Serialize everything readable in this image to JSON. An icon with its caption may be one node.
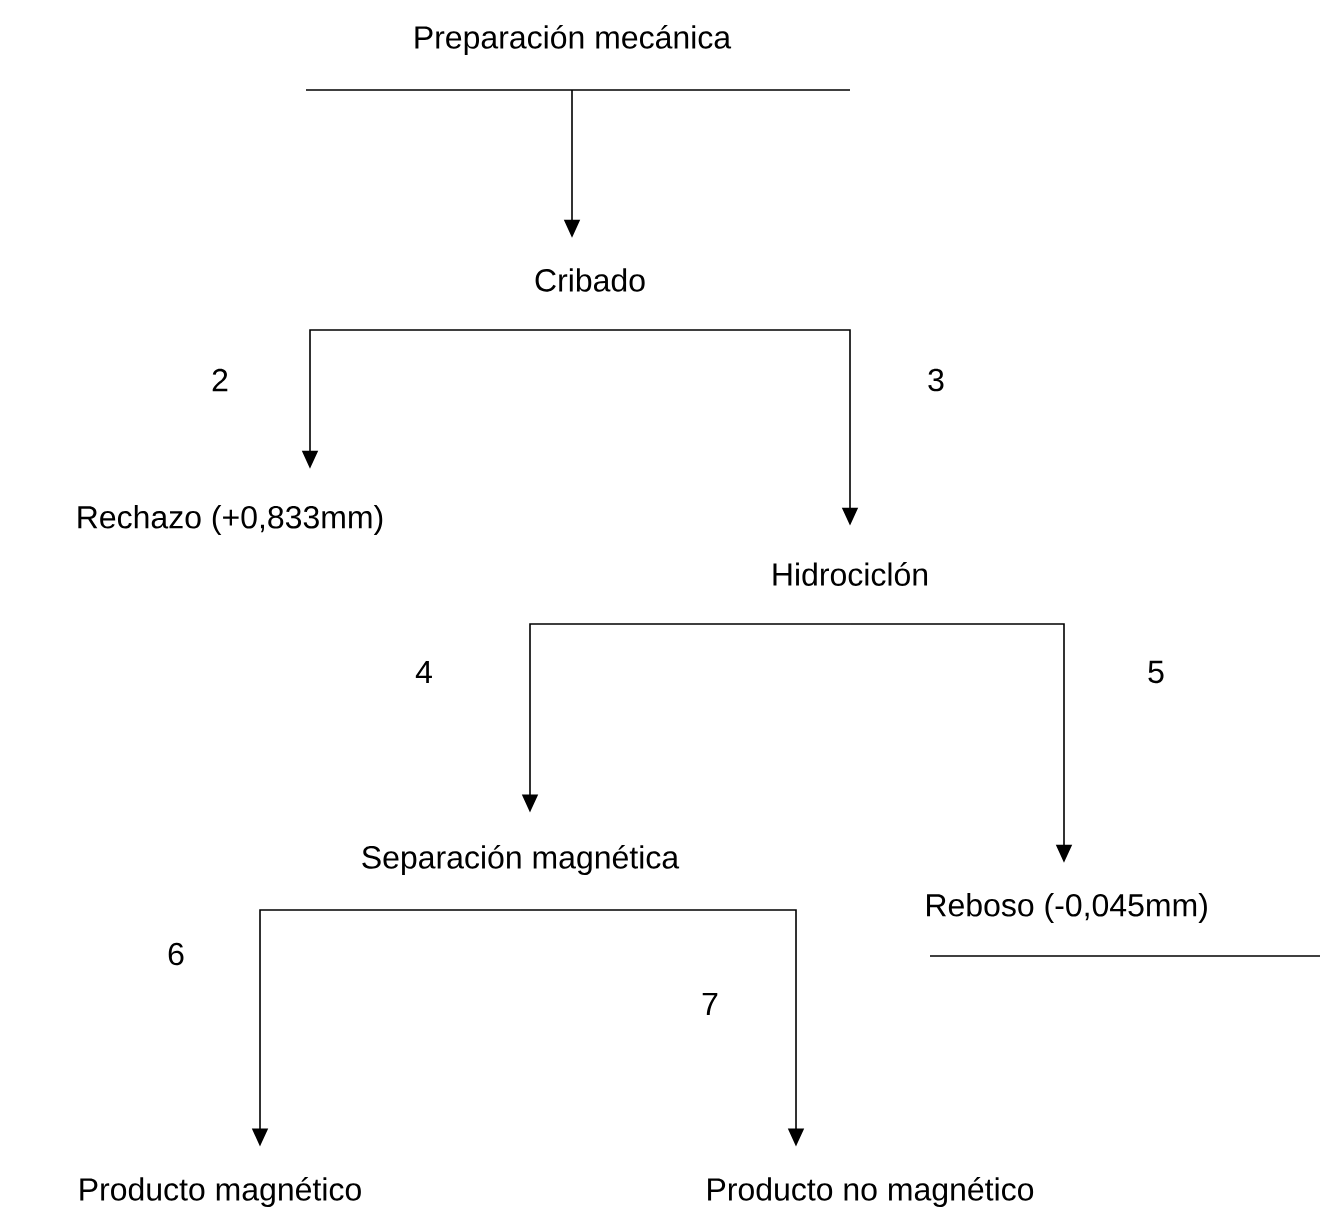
{
  "diagram": {
    "nodes": [
      {
        "text": [
          "Preparación mecánica"
        ]
      },
      {
        "text": [
          "Cribado"
        ]
      },
      {
        "text": [
          "Rechazo (+0,833mm)"
        ]
      },
      {
        "text": [
          "Hidrociclón"
        ]
      },
      {
        "text": [
          "Separación magnética"
        ]
      },
      {
        "text": [
          "Reboso (-0,045mm)"
        ]
      },
      {
        "text": [
          "Producto magnético"
        ]
      },
      {
        "text": [
          "Producto no magnético"
        ]
      }
    ],
    "edges": [
      {
        "from": 0,
        "to": 1,
        "arrow": "to"
      },
      {
        "from": 1,
        "to": 2,
        "arrow": "to",
        "label": "2"
      },
      {
        "from": 1,
        "to": 3,
        "arrow": "to",
        "label": "3"
      },
      {
        "from": 3,
        "to": 4,
        "arrow": "to",
        "label": "4"
      },
      {
        "from": 3,
        "to": 5,
        "arrow": "to",
        "label": "5"
      },
      {
        "from": 4,
        "to": 6,
        "arrow": "to",
        "label": "6"
      },
      {
        "from": 4,
        "to": 7,
        "arrow": "to",
        "label": "7"
      }
    ]
  }
}
